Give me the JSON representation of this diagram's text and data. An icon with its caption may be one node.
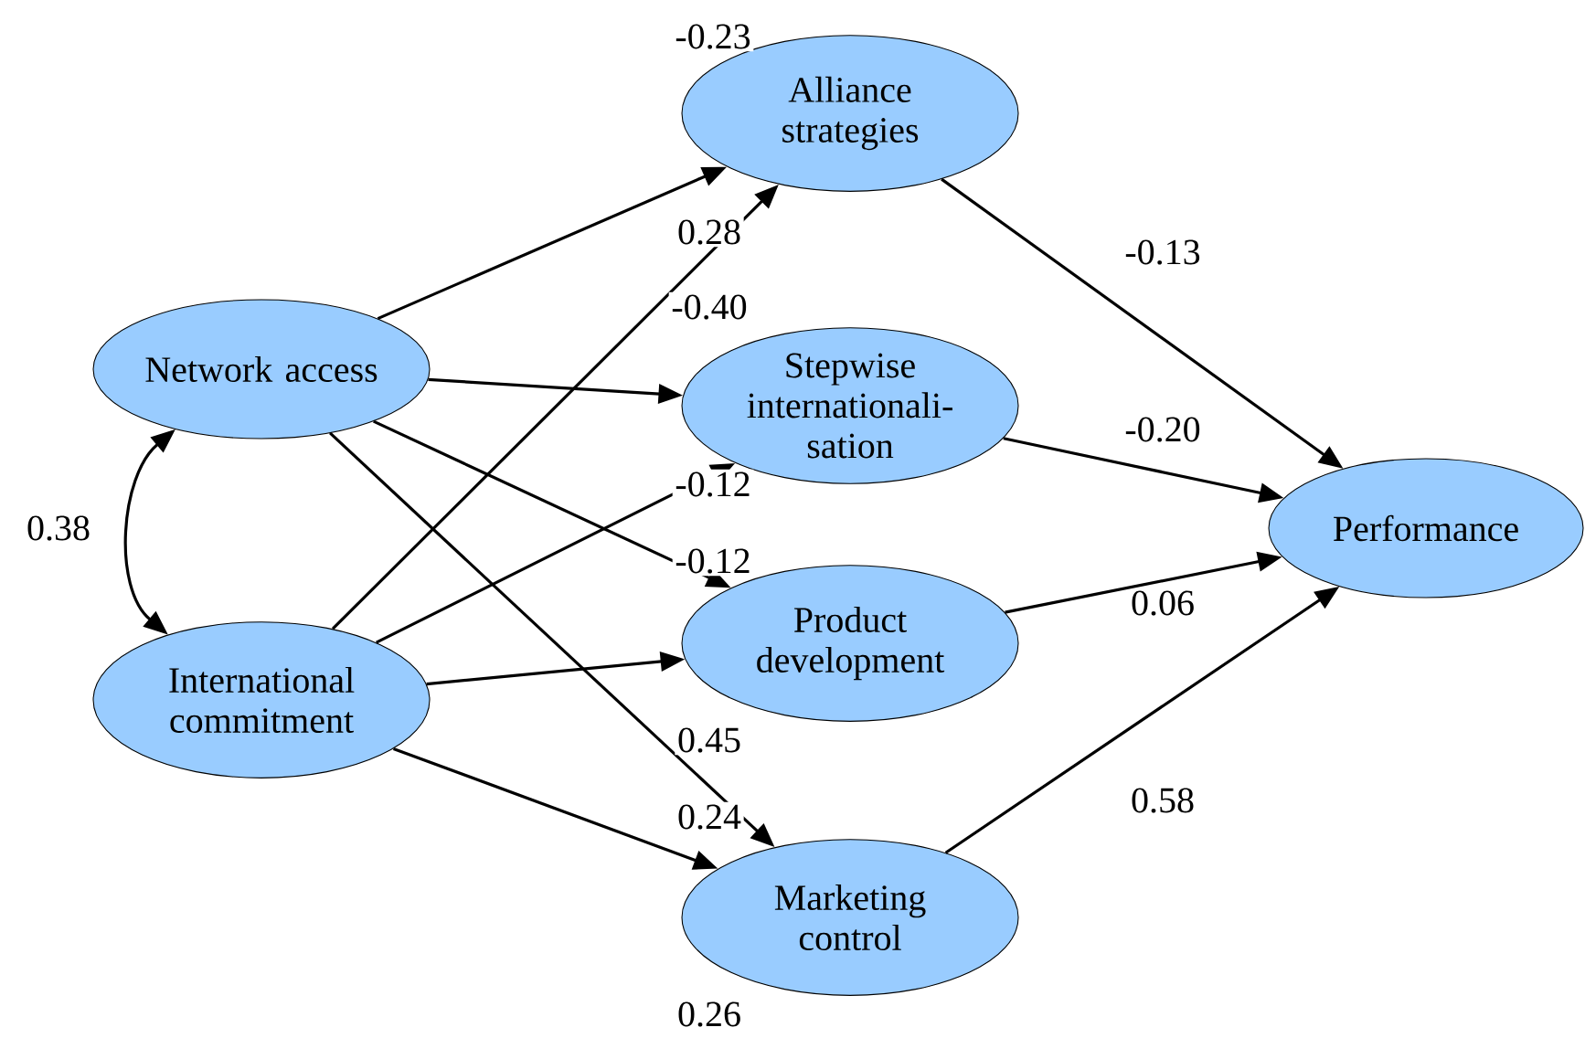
{
  "diagram": {
    "nodes": [
      {
        "text": [
          "Network access"
        ]
      },
      {
        "text": [
          "International commitment"
        ]
      },
      {
        "text": [
          "Alliance strategies"
        ]
      },
      {
        "text": [
          "Stepwise internationali- sation"
        ]
      },
      {
        "text": [
          "Product development"
        ]
      },
      {
        "text": [
          "Marketing control"
        ]
      },
      {
        "text": [
          "Performance"
        ]
      }
    ],
    "edges": [
      {
        "from": 0,
        "to": 1,
        "arrow": "both",
        "label": "0.38"
      },
      {
        "from": 0,
        "to": 2,
        "arrow": "to"
      },
      {
        "from": 0,
        "to": 3,
        "arrow": "to"
      },
      {
        "from": 0,
        "to": 4,
        "arrow": "to"
      },
      {
        "from": 0,
        "to": 5,
        "arrow": "to"
      },
      {
        "from": 1,
        "to": 2,
        "arrow": "to"
      },
      {
        "from": 1,
        "to": 3,
        "arrow": "to"
      },
      {
        "from": 1,
        "to": 4,
        "arrow": "to"
      },
      {
        "from": 1,
        "to": 5,
        "arrow": "to"
      },
      {
        "from": 2,
        "to": 6,
        "arrow": "to",
        "label": "-0.13"
      },
      {
        "from": 3,
        "to": 6,
        "arrow": "to",
        "label": "-0.20"
      },
      {
        "from": 4,
        "to": 6,
        "arrow": "to",
        "label": "0.06"
      },
      {
        "from": 5,
        "to": 6,
        "arrow": "to",
        "label": "0.58"
      }
    ],
    "labels": [
      "-0.23",
      "0.28",
      "-0.40",
      "-0.12",
      "-0.12",
      "0.45",
      "0.24",
      "0.26"
    ]
  }
}
